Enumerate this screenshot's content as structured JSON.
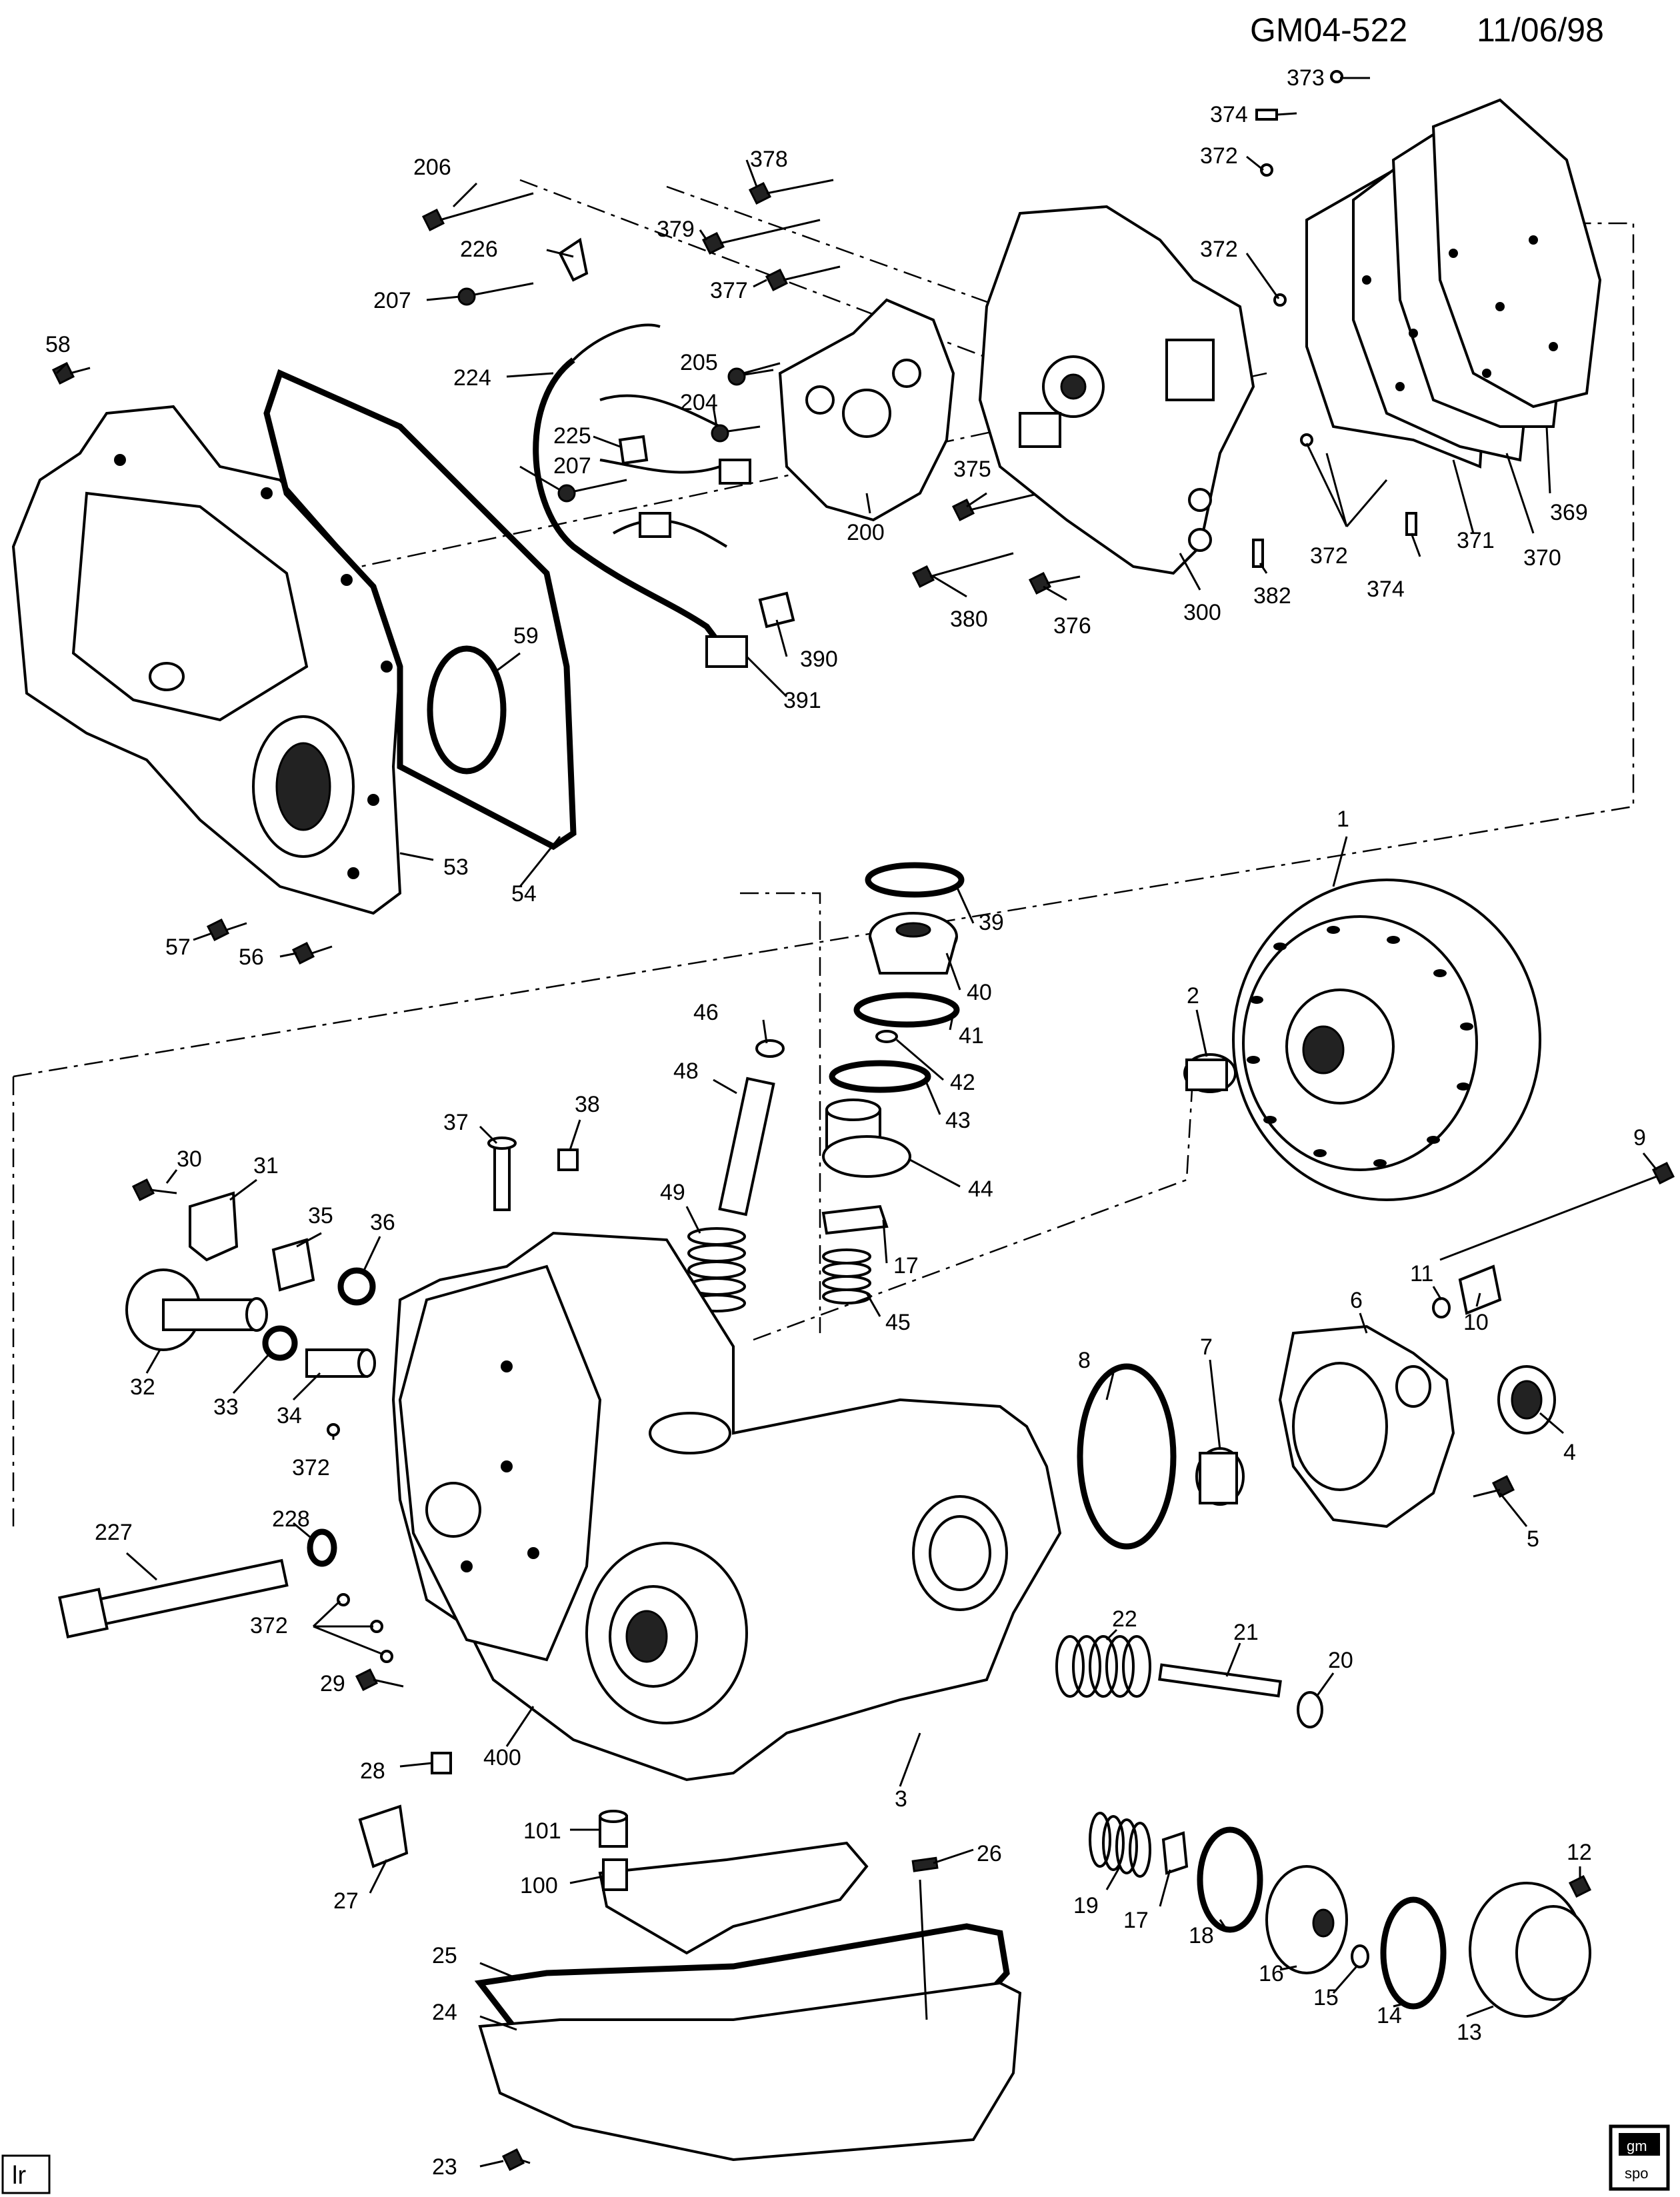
{
  "header": {
    "code": "GM04-522",
    "date": "11/06/98"
  },
  "corner_label": "lr",
  "logo": {
    "line1": "gm",
    "line2": "spo"
  },
  "callouts": {
    "c206": "206",
    "c226": "226",
    "c207a": "207",
    "c224": "224",
    "c225": "225",
    "c207b": "207",
    "c205": "205",
    "c204": "204",
    "c200": "200",
    "c378": "378",
    "c379": "379",
    "c377": "377",
    "c375": "375",
    "c380": "380",
    "c376": "376",
    "c300": "300",
    "c390": "390",
    "c391": "391",
    "c373": "373",
    "c374a": "374",
    "c372a": "372",
    "c372b": "372",
    "c372c": "372",
    "c382": "382",
    "c374b": "374",
    "c371": "371",
    "c370": "370",
    "c369": "369",
    "c58": "58",
    "c59": "59",
    "c53": "53",
    "c54": "54",
    "c57": "57",
    "c56": "56",
    "c1": "1",
    "c2": "2",
    "c9": "9",
    "c39": "39",
    "c40": "40",
    "c41": "41",
    "c42": "42",
    "c43": "43",
    "c44": "44",
    "c17a": "17",
    "c45": "45",
    "c46": "46",
    "c48": "48",
    "c49": "49",
    "c37": "37",
    "c38": "38",
    "c30": "30",
    "c31": "31",
    "c35": "35",
    "c36": "36",
    "c32": "32",
    "c33": "33",
    "c34": "34",
    "c372d": "372",
    "c227": "227",
    "c228": "228",
    "c372e": "372",
    "c29": "29",
    "c28": "28",
    "c400": "400",
    "c27": "27",
    "c3": "3",
    "c8": "8",
    "c7": "7",
    "c6": "6",
    "c11": "11",
    "c10": "10",
    "c4": "4",
    "c5": "5",
    "c22": "22",
    "c21": "21",
    "c20": "20",
    "c101": "101",
    "c100": "100",
    "c26": "26",
    "c19": "19",
    "c17b": "17",
    "c18": "18",
    "c16": "16",
    "c15": "15",
    "c14": "14",
    "c13": "13",
    "c12": "12",
    "c25": "25",
    "c24": "24",
    "c23": "23"
  }
}
